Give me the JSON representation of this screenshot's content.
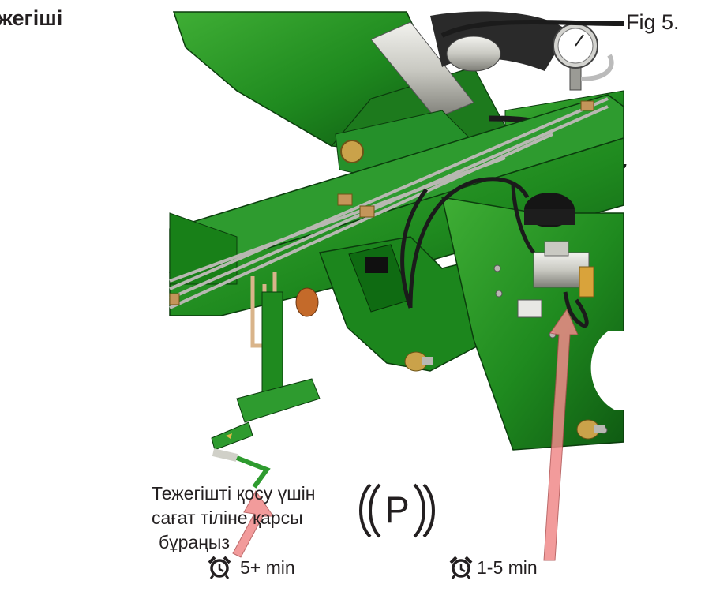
{
  "header": {
    "title": "ежегіші",
    "figure_label": "Fig 5."
  },
  "instructions": {
    "caption_lines": [
      "Тежегішті қосу үшін",
      "сағат тіліне қарсы",
      "бұраңыз"
    ]
  },
  "timers": {
    "left": {
      "icon": "alarm-clock-icon",
      "value": "5+ min"
    },
    "right": {
      "icon": "alarm-clock-icon",
      "value": "1-5 min"
    }
  },
  "symbols": {
    "parking_brake": {
      "icon": "parking-brake-icon",
      "letter": "P"
    }
  },
  "illustration": {
    "subject": "machine-frame-parking-brake",
    "colors": {
      "frame_green": "#1f8a1f",
      "frame_dark": "#0f5a12",
      "frame_light": "#3fae35",
      "arrow": "#f08a8a",
      "arrow_outline": "#b05050",
      "text": "#231f20"
    }
  }
}
